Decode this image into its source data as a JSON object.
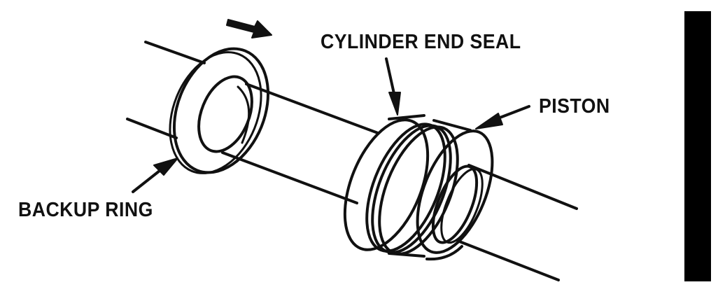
{
  "labels": {
    "cylinder_end_seal": "CYLINDER END SEAL",
    "piston": "PISTON",
    "backup_ring": "BACKUP RING"
  },
  "colors": {
    "ink": "#111111",
    "paper": "#ffffff",
    "tab": "#000000"
  }
}
